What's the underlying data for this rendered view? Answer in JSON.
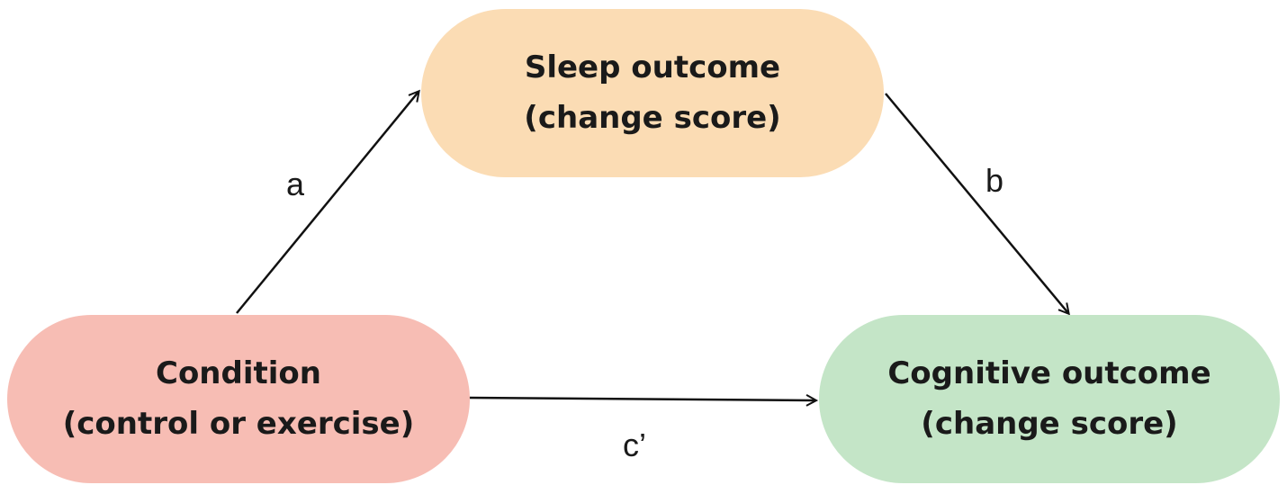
{
  "nodes": {
    "sleep": {
      "line1": "Sleep outcome",
      "line2": "(change score)",
      "color": "#fbdcb4"
    },
    "condition": {
      "line1": "Condition",
      "line2": "(control or exercise)",
      "color": "#f7bdb4"
    },
    "cognitive": {
      "line1": "Cognitive outcome",
      "line2": "(change score)",
      "color": "#c4e5c7"
    }
  },
  "paths": {
    "a": "a",
    "b": "b",
    "c_prime": "c’"
  },
  "edges": [
    {
      "from": "condition",
      "to": "sleep",
      "label": "a"
    },
    {
      "from": "sleep",
      "to": "cognitive",
      "label": "b"
    },
    {
      "from": "condition",
      "to": "cognitive",
      "label": "c’"
    }
  ]
}
